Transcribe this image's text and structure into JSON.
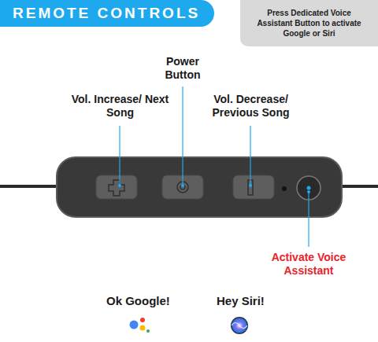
{
  "diagram": {
    "title": "REMOTE CONTROLS",
    "nodes": [
      {
        "text": [
          "Press Dedicated Voice Assistant Button to activate Google or Siri"
        ]
      }
    ],
    "labels": [
      "Power Button",
      "Vol. Increase/ Next Song",
      "Vol. Decrease/ Previous Song",
      "Activate Voice Assistant",
      "Ok Google!",
      "Hey Siri!"
    ]
  }
}
